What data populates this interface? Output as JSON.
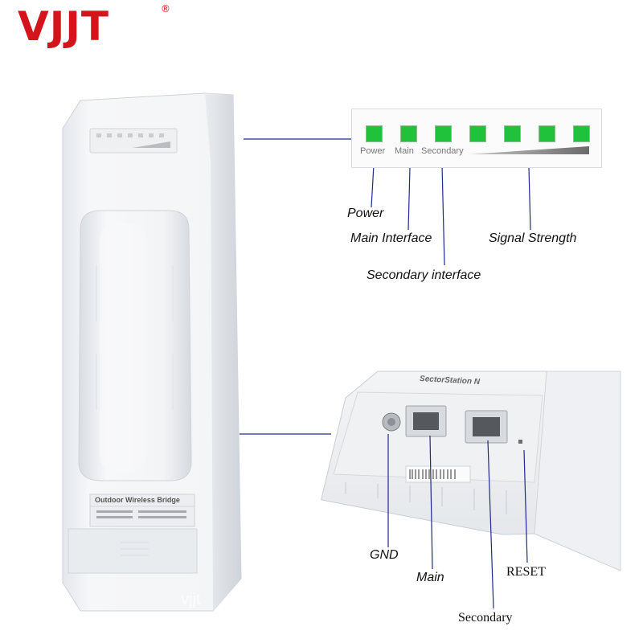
{
  "brand": {
    "name": "VJJT",
    "registered": "®",
    "color": "#d3141b"
  },
  "led_panel": {
    "labels": [
      "Power",
      "Main",
      "Secondary"
    ],
    "led_count": 7,
    "led_color": "#1fc23a"
  },
  "device": {
    "label_title": "Outdoor Wireless Bridge",
    "watermark": "vjjt"
  },
  "port_closeup": {
    "brand_text": "SectorStation N"
  },
  "callouts": {
    "power": "Power",
    "main_interface": "Main Interface",
    "signal_strength": "Signal Strength",
    "secondary_interface": "Secondary interface",
    "gnd": "GND",
    "main": "Main",
    "reset": "RESET",
    "secondary": "Secondary"
  },
  "colors": {
    "line": "#1e2a8c"
  }
}
